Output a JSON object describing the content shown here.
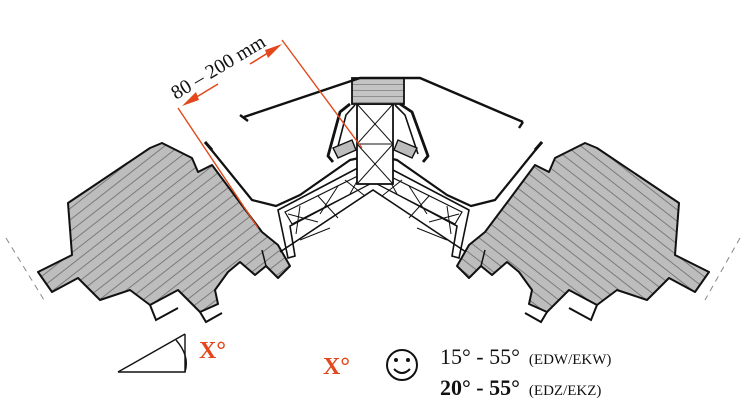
{
  "colors": {
    "ink": "#111111",
    "wood_fill": "#bdbdbd",
    "accent": "#e2481c",
    "white": "#ffffff"
  },
  "dimension": {
    "label": "80 – 200 mm"
  },
  "angle_marker": {
    "label": "X°"
  },
  "legend": {
    "x_label": "X°",
    "smiley_icon": "smiley-face-icon",
    "rows": [
      {
        "range": "15° - 55°",
        "code": "(EDW/EKW)"
      },
      {
        "range": "20° - 55°",
        "code": "(EDZ/EKZ)"
      }
    ]
  }
}
